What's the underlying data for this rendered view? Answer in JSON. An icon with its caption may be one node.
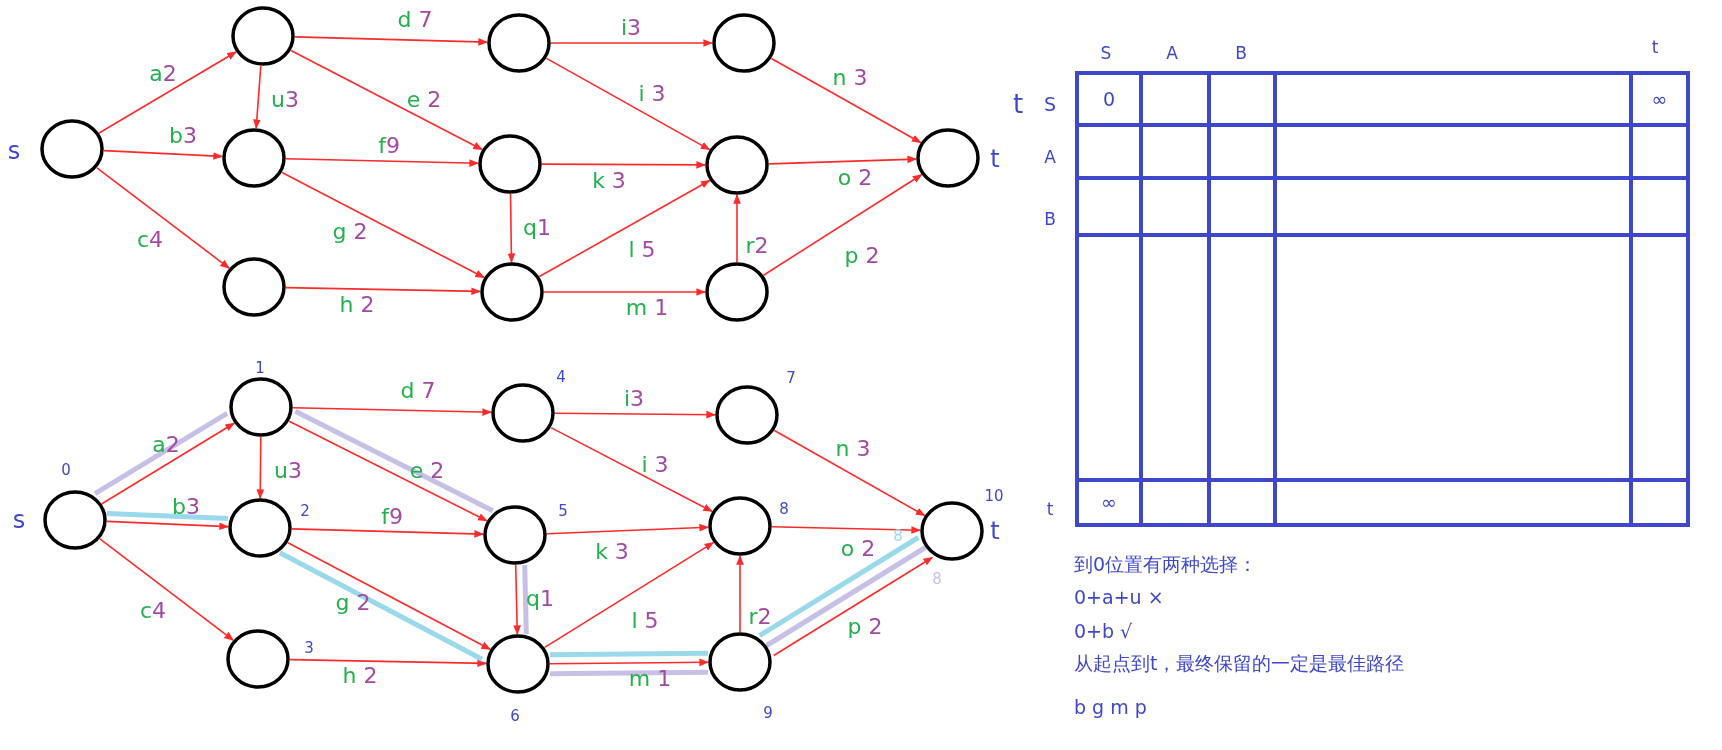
{
  "diagram": {
    "nodes": [
      {
        "text": [],
        "shape": "circle",
        "beside": [
          "s"
        ]
      },
      {
        "text": [],
        "shape": "circle"
      },
      {
        "text": [],
        "shape": "circle"
      },
      {
        "text": [],
        "shape": "circle"
      },
      {
        "text": [],
        "shape": "circle"
      },
      {
        "text": [],
        "shape": "circle"
      },
      {
        "text": [],
        "shape": "circle"
      },
      {
        "text": [],
        "shape": "circle"
      },
      {
        "text": [],
        "shape": "circle"
      },
      {
        "text": [],
        "shape": "circle"
      },
      {
        "text": [],
        "shape": "circle",
        "beside": [
          "t"
        ]
      },
      {
        "text": [],
        "shape": "circle",
        "beside": [
          "s",
          "0"
        ]
      },
      {
        "text": [],
        "shape": "circle",
        "beside": [
          "1"
        ]
      },
      {
        "text": [],
        "shape": "circle",
        "beside": [
          "2"
        ]
      },
      {
        "text": [],
        "shape": "circle",
        "beside": [
          "3"
        ]
      },
      {
        "text": [],
        "shape": "circle",
        "beside": [
          "4"
        ]
      },
      {
        "text": [],
        "shape": "circle",
        "beside": [
          "5"
        ]
      },
      {
        "text": [],
        "shape": "circle",
        "beside": [
          "6"
        ]
      },
      {
        "text": [],
        "shape": "circle",
        "beside": [
          "7"
        ]
      },
      {
        "text": [],
        "shape": "circle",
        "beside": [
          "8"
        ]
      },
      {
        "text": [],
        "shape": "circle",
        "beside": [
          "9"
        ]
      },
      {
        "text": [],
        "shape": "circle",
        "beside": [
          "t",
          "10"
        ]
      }
    ],
    "edges": [
      {
        "from": 0,
        "to": 1,
        "arrow": "to",
        "label": "a2"
      },
      {
        "from": 0,
        "to": 2,
        "arrow": "to",
        "label": "b3"
      },
      {
        "from": 0,
        "to": 3,
        "arrow": "to",
        "label": "c4"
      },
      {
        "from": 1,
        "to": 2,
        "arrow": "to",
        "label": "u3"
      },
      {
        "from": 1,
        "to": 4,
        "arrow": "to",
        "label": "d 7"
      },
      {
        "from": 1,
        "to": 5,
        "arrow": "to",
        "label": "e 2"
      },
      {
        "from": 2,
        "to": 5,
        "arrow": "to",
        "label": "f9"
      },
      {
        "from": 2,
        "to": 6,
        "arrow": "to",
        "label": "g 2"
      },
      {
        "from": 3,
        "to": 6,
        "arrow": "to",
        "label": "h 2"
      },
      {
        "from": 4,
        "to": 7,
        "arrow": "to",
        "label": "i3"
      },
      {
        "from": 4,
        "to": 8,
        "arrow": "to",
        "label": "i 3"
      },
      {
        "from": 5,
        "to": 8,
        "arrow": "to",
        "label": "k 3"
      },
      {
        "from": 5,
        "to": 6,
        "arrow": "to",
        "label": "q1"
      },
      {
        "from": 6,
        "to": 8,
        "arrow": "to",
        "label": "l 5"
      },
      {
        "from": 6,
        "to": 9,
        "arrow": "to",
        "label": "m 1"
      },
      {
        "from": 9,
        "to": 8,
        "arrow": "to",
        "label": "r2"
      },
      {
        "from": 7,
        "to": 10,
        "arrow": "to",
        "label": "n 3"
      },
      {
        "from": 8,
        "to": 10,
        "arrow": "to",
        "label": "o 2"
      },
      {
        "from": 9,
        "to": 10,
        "arrow": "to",
        "label": "p 2"
      },
      {
        "from": 11,
        "to": 12,
        "arrow": "to",
        "label": "a2"
      },
      {
        "from": 11,
        "to": 13,
        "arrow": "to",
        "label": "b3"
      },
      {
        "from": 11,
        "to": 14,
        "arrow": "to",
        "label": "c4"
      },
      {
        "from": 12,
        "to": 13,
        "arrow": "to",
        "label": "u3"
      },
      {
        "from": 12,
        "to": 15,
        "arrow": "to",
        "label": "d 7"
      },
      {
        "from": 12,
        "to": 16,
        "arrow": "to",
        "label": "e 2"
      },
      {
        "from": 13,
        "to": 16,
        "arrow": "to",
        "label": "f9"
      },
      {
        "from": 13,
        "to": 17,
        "arrow": "to",
        "label": "g 2"
      },
      {
        "from": 14,
        "to": 17,
        "arrow": "to",
        "label": "h 2"
      },
      {
        "from": 15,
        "to": 18,
        "arrow": "to",
        "label": "i3"
      },
      {
        "from": 15,
        "to": 19,
        "arrow": "to",
        "label": "i 3"
      },
      {
        "from": 16,
        "to": 19,
        "arrow": "to",
        "label": "k 3"
      },
      {
        "from": 16,
        "to": 17,
        "arrow": "to",
        "label": "q1"
      },
      {
        "from": 17,
        "to": 19,
        "arrow": "to",
        "label": "l 5"
      },
      {
        "from": 17,
        "to": 20,
        "arrow": "to",
        "label": "m 1"
      },
      {
        "from": 20,
        "to": 19,
        "arrow": "to",
        "label": "r2"
      },
      {
        "from": 18,
        "to": 21,
        "arrow": "to",
        "label": "n 3"
      },
      {
        "from": 19,
        "to": 21,
        "arrow": "to",
        "label": "o 2"
      },
      {
        "from": 20,
        "to": 21,
        "arrow": "to",
        "label": "p 2"
      },
      {
        "from": 11,
        "to": 12,
        "arrow": "none",
        "style": "thick",
        "color": "#c8bfe7"
      },
      {
        "from": 12,
        "to": 16,
        "arrow": "none",
        "style": "thick",
        "color": "#c8bfe7"
      },
      {
        "from": 16,
        "to": 17,
        "arrow": "none",
        "style": "thick",
        "color": "#c8bfe7"
      },
      {
        "from": 17,
        "to": 20,
        "arrow": "none",
        "style": "thick",
        "color": "#c8bfe7"
      },
      {
        "from": 20,
        "to": 21,
        "arrow": "none",
        "label": "8",
        "style": "thick",
        "color": "#c8bfe7"
      },
      {
        "from": 11,
        "to": 13,
        "arrow": "none",
        "style": "thick",
        "color": "#99d9ea"
      },
      {
        "from": 13,
        "to": 17,
        "arrow": "none",
        "style": "thick",
        "color": "#99d9ea"
      },
      {
        "from": 17,
        "to": 20,
        "arrow": "none",
        "style": "thick",
        "color": "#99d9ea"
      },
      {
        "from": 20,
        "to": 21,
        "arrow": "none",
        "label": "8",
        "style": "thick",
        "color": "#99d9ea"
      }
    ],
    "labels": [
      "S",
      "A",
      "B",
      "t",
      "t",
      "S",
      "0",
      "∞",
      "A",
      "B",
      "t",
      "∞",
      "到0位置有两种选择：",
      "0+a+u ×",
      "0+b √",
      "从起点到t，最终保留的一定是最佳路径",
      "b g m p"
    ]
  }
}
